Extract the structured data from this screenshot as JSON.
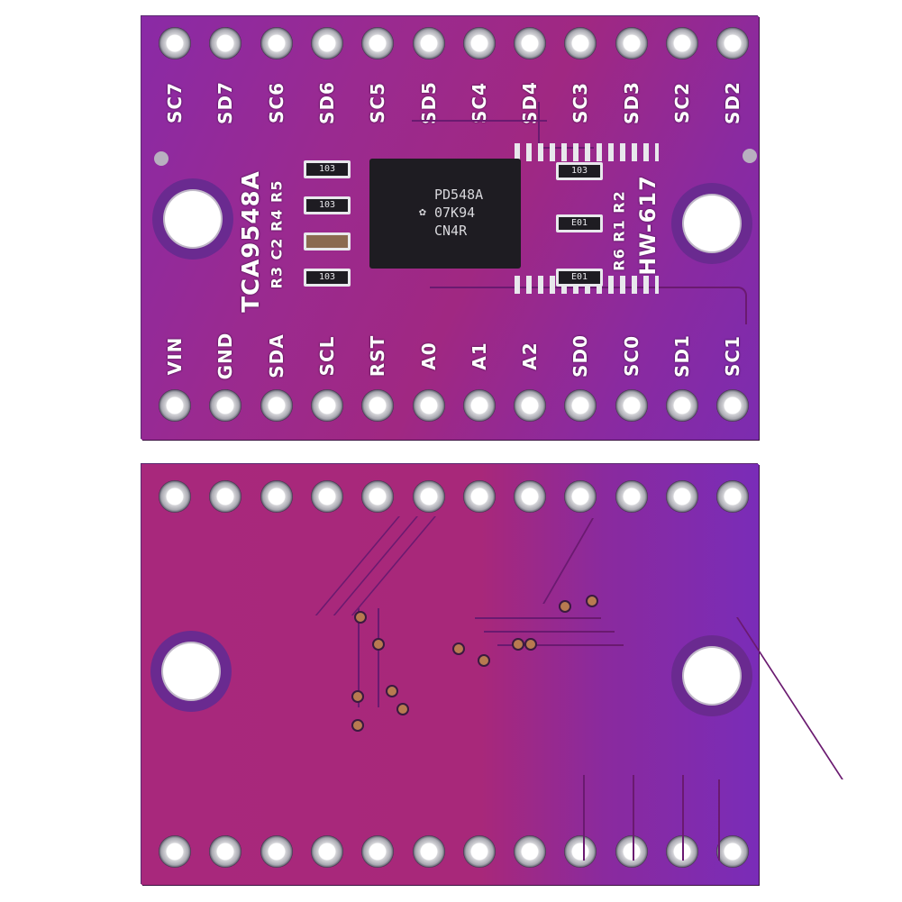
{
  "image": {
    "description": "Product photo of a purple TCA9548A I2C multiplexer breakout board (HW-617), front and back views",
    "background_color": "#ffffff"
  },
  "board_front": {
    "colors": {
      "pcb_magenta": "#9a2a90",
      "pcb_purple": "#7c2cb0",
      "silkscreen": "#ffffff",
      "chip": "#1e1c22"
    },
    "top_pins": [
      "SC7",
      "SD7",
      "SC6",
      "SD6",
      "SC5",
      "SD5",
      "SC4",
      "SD4",
      "SC3",
      "SD3",
      "SC2",
      "SD2"
    ],
    "bottom_pins": [
      "VIN",
      "GND",
      "SDA",
      "SCL",
      "RST",
      "A0",
      "A1",
      "A2",
      "SD0",
      "SC0",
      "SD1",
      "SC1"
    ],
    "part_name": "TCA9548A",
    "model_name": "HW-617",
    "left_refs": [
      "R3",
      "C2",
      "R4",
      "R5"
    ],
    "right_refs": [
      "R2",
      "R1",
      "R6"
    ],
    "chip_marking": [
      "PD548A",
      "07K94",
      "CN4R"
    ],
    "resistor_codes": {
      "left": [
        "103",
        "103",
        "103"
      ],
      "right": [
        "103",
        "E01",
        "E01"
      ]
    }
  },
  "board_back": {
    "colors": {
      "pcb_magenta": "#a8287a",
      "pcb_purple": "#7a2cb8"
    },
    "pin_count_top": 12,
    "pin_count_bottom": 12
  }
}
